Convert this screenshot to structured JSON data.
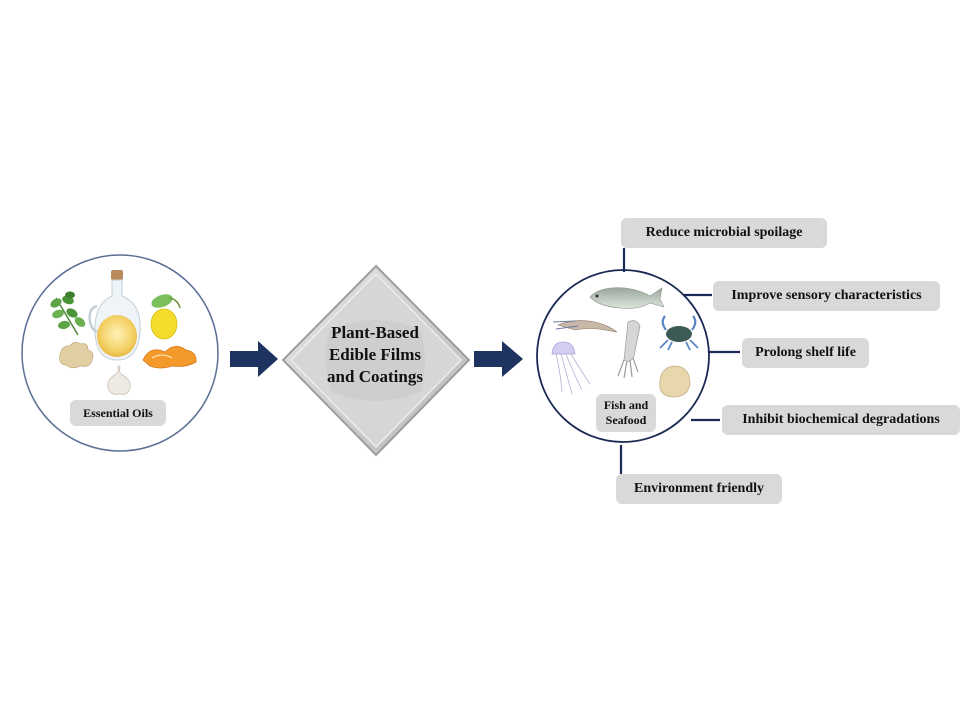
{
  "diagram": {
    "source": {
      "label": "Essential Oils",
      "icons": [
        "oregano-herb",
        "oil-bottle",
        "lemon",
        "ginger-root",
        "orange-peel",
        "garlic"
      ]
    },
    "process": {
      "lines": [
        "Plant-Based",
        "Edible Films",
        "and Coatings"
      ]
    },
    "target": {
      "label_lines": [
        "Fish and",
        "Seafood"
      ],
      "icons": [
        "fish",
        "shrimp",
        "squid",
        "crab",
        "jellyfish",
        "clam-shell"
      ]
    },
    "benefits": [
      {
        "label": "Reduce microbial spoilage"
      },
      {
        "label": "Improve sensory characteristics"
      },
      {
        "label": "Prolong shelf life"
      },
      {
        "label": "Inhibit biochemical degradations"
      },
      {
        "label": "Environment friendly"
      }
    ],
    "colors": {
      "arrow": "#1f3360",
      "connector": "#1b2a55",
      "circle_left": "#5a6f96",
      "circle_right": "#1b2a55",
      "label_bg": "#d9d9d9",
      "diamond": "#c8c8c8"
    }
  }
}
